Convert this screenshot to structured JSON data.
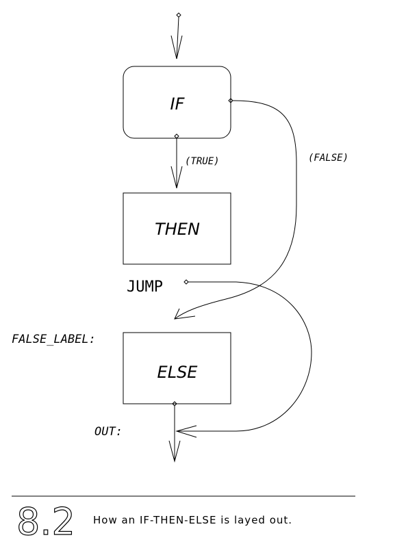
{
  "diagram": {
    "nodes": {
      "if": "IF",
      "then": "THEN",
      "else": "ELSE"
    },
    "labels": {
      "true_branch": "(TRUE)",
      "false_branch": "(FALSE)",
      "jump": "JUMP",
      "false_label": "FALSE_LABEL:",
      "out": "OUT:"
    }
  },
  "figure": {
    "number": "8.2",
    "caption": "How an IF-THEN-ELSE is layed out."
  }
}
